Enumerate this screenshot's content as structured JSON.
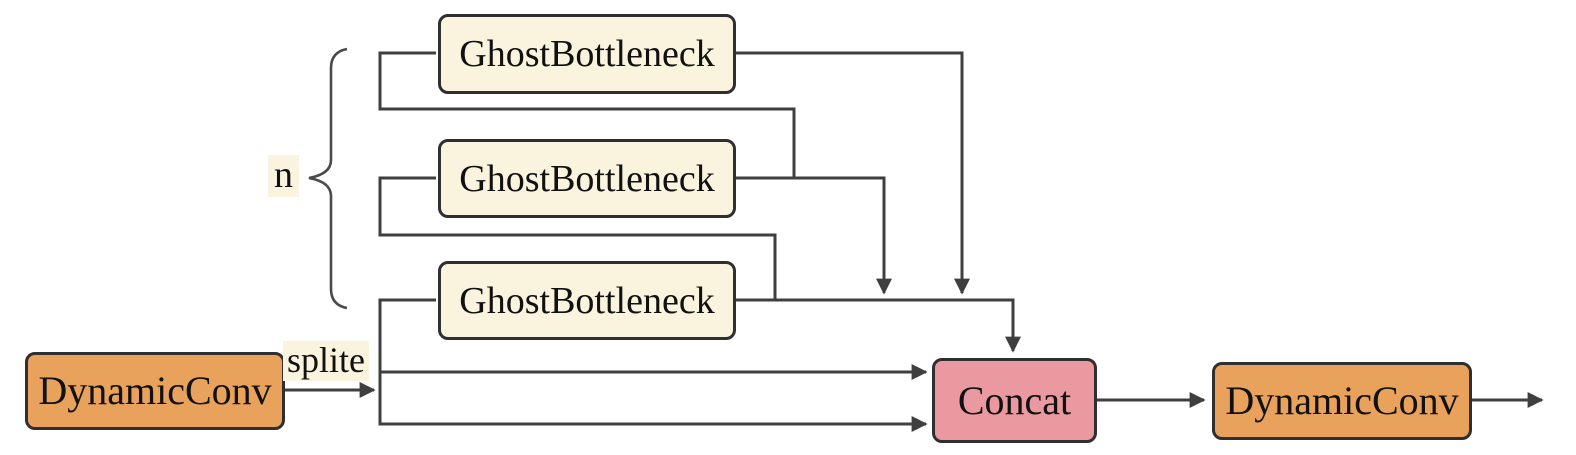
{
  "diagram": {
    "nodes": {
      "conv_in": {
        "label": "DynamicConv"
      },
      "ghost_1": {
        "label": "GhostBottleneck"
      },
      "ghost_2": {
        "label": "GhostBottleneck"
      },
      "ghost_3": {
        "label": "GhostBottleneck"
      },
      "concat": {
        "label": "Concat"
      },
      "conv_out": {
        "label": "DynamicConv"
      }
    },
    "annotations": {
      "split": "splite",
      "repeat_count": "n"
    },
    "colors": {
      "conv_fill": "#E9A25C",
      "ghost_fill": "#FAF3DE",
      "concat_fill": "#E9999F",
      "line_color": "#3F3F3F",
      "border_color": "#2F2F2F",
      "label_bg": "#FAF3DE",
      "text_color": "#111111"
    }
  }
}
